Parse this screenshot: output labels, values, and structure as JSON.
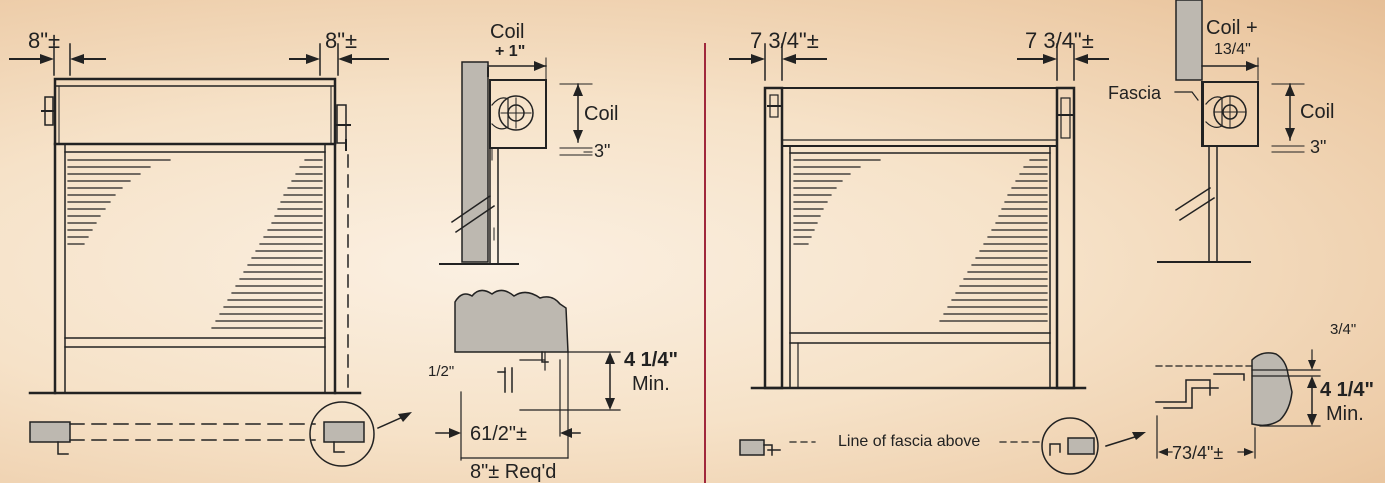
{
  "left": {
    "dim_left": "8\"±",
    "dim_right": "8\"±",
    "coil_top": "Coil",
    "coil_plus": "+ 1\"",
    "coil_side": "Coil",
    "coil_three": "3\"",
    "half_inch": "1/2\"",
    "height_min_value": "4 1/4\"",
    "height_min_word": "Min.",
    "six_half": "61/2\"±",
    "eight_req": "8\"± Req'd"
  },
  "right": {
    "dim_left": "7 3/4\"±",
    "dim_right": "7 3/4\"±",
    "coil_top": "Coil +",
    "coil_plus": "13/4\"",
    "fascia": "Fascia",
    "coil_side": "Coil",
    "coil_three": "3\"",
    "three_quarter": "3/4\"",
    "height_min_value": "4 1/4\"",
    "height_min_word": "Min.",
    "fascia_line": "Line of fascia above",
    "seven_three_quarter": "73/4\"±"
  },
  "colors": {
    "line": "#222222",
    "divider": "#a0283c",
    "wall_fill": "#bdb8b0"
  }
}
